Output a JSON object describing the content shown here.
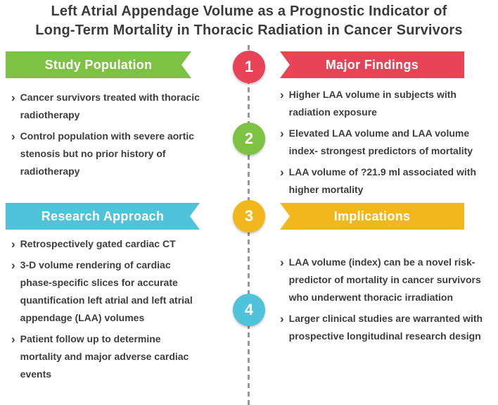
{
  "title": {
    "line1": "Left Atrial Appendage Volume as a Prognostic Indicator of",
    "line2": "Long-Term Mortality in Thoracic Radiation in Cancer Survivors"
  },
  "bullet_char": "›",
  "steps": [
    "1",
    "2",
    "3",
    "4"
  ],
  "colors": {
    "green": "#7DC242",
    "red": "#E84356",
    "teal": "#4FC3D9",
    "yellow": "#F3B71E",
    "text": "#3D3D3D",
    "dashed_line": "#979797"
  },
  "sections": {
    "study_population": {
      "title": "Study Population",
      "items": [
        "Cancer survivors treated with thoracic radiotherapy",
        "Control population with severe aortic stenosis but no prior history of radiotherapy"
      ]
    },
    "major_findings": {
      "title": "Major Findings",
      "items": [
        "Higher LAA volume in subjects with radiation exposure",
        "Elevated LAA volume and LAA volume index- strongest predictors of mortality",
        "LAA volume of ?21.9 ml associated with higher mortality"
      ]
    },
    "research_approach": {
      "title": "Research Approach",
      "items": [
        "Retrospectively gated cardiac CT",
        "3-D volume rendering of cardiac phase-specific slices for accurate quantification left atrial and left atrial appendage (LAA) volumes",
        "Patient follow up to determine mortality and major adverse cardiac events"
      ]
    },
    "implications": {
      "title": "Implications",
      "items": [
        "LAA volume (index) can be a novel risk-predictor of mortality in cancer survivors who underwent thoracic irradiation",
        "Larger clinical studies are warranted with prospective longitudinal research design"
      ]
    }
  }
}
